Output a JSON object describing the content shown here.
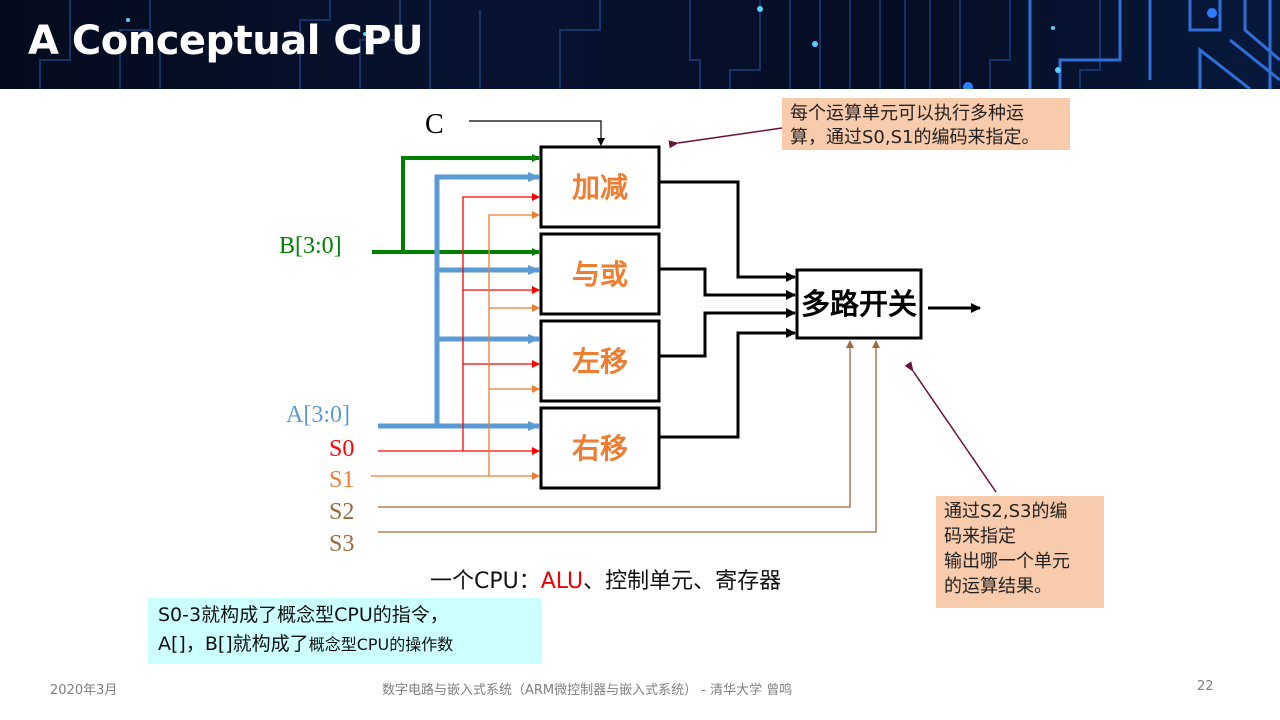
{
  "slide": {
    "title": "A Conceptual CPU",
    "page_number": "22"
  },
  "diagram": {
    "carry_label": "C",
    "inputs": {
      "b_bus": "B[3:0]",
      "a_bus": "A[3:0]",
      "s0": "S0",
      "s1": "S1",
      "s2": "S2",
      "s3": "S3"
    },
    "alu_units": [
      {
        "label": "加减"
      },
      {
        "label": "与或"
      },
      {
        "label": "左移"
      },
      {
        "label": "右移"
      }
    ],
    "mux_label": "多路开关",
    "colors": {
      "b_bus": "#008000",
      "a_bus": "#5b9bd5",
      "s0": "#ff0000",
      "s1": "#ed7d31",
      "s2_s3": "#9c6a3c",
      "unit_label": "#ed7d31",
      "annotation_arrow": "#6b0f3d",
      "note_bg": "#f8cbad",
      "instr_bg": "#ccffff"
    }
  },
  "notes": {
    "alu_note_line1": "每个运算单元可以执行多种运",
    "alu_note_line2": "算，通过S0,S1的编码来指定。",
    "mux_note_line1": "通过S2,S3的编",
    "mux_note_line2": "码来指定",
    "mux_note_line3": "输出哪一个单元",
    "mux_note_line4": "的运算结果。"
  },
  "cpu_summary": {
    "prefix": "一个CPU：",
    "alu": "ALU",
    "suffix": "、控制单元、寄存器"
  },
  "instruction_box": {
    "line1": "S0-3就构成了概念型CPU的指令，",
    "line2_main": "A[]，B[]就构成了",
    "line2_small": "概念型CPU的操作数"
  },
  "footer": {
    "date": "2020年3月",
    "course": "数字电路与嵌入式系统（ARM微控制器与嵌入式系统） - 清华大学 曾鸣"
  }
}
